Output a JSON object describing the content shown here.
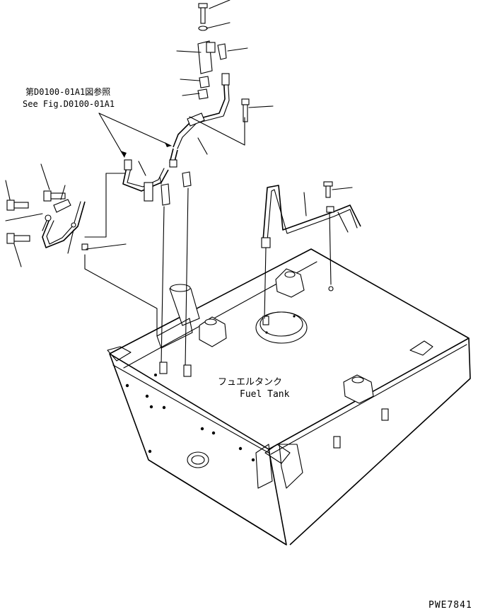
{
  "diagram": {
    "reference_label_jp": "第D0100-01A1図参照",
    "reference_label_en": "See Fig.D0100-01A1",
    "tank_label_jp": "フュエルタンク",
    "tank_label_en": "Fuel Tank",
    "drawing_code": "PWE7841",
    "colors": {
      "line": "#000000",
      "background": "#ffffff"
    }
  }
}
